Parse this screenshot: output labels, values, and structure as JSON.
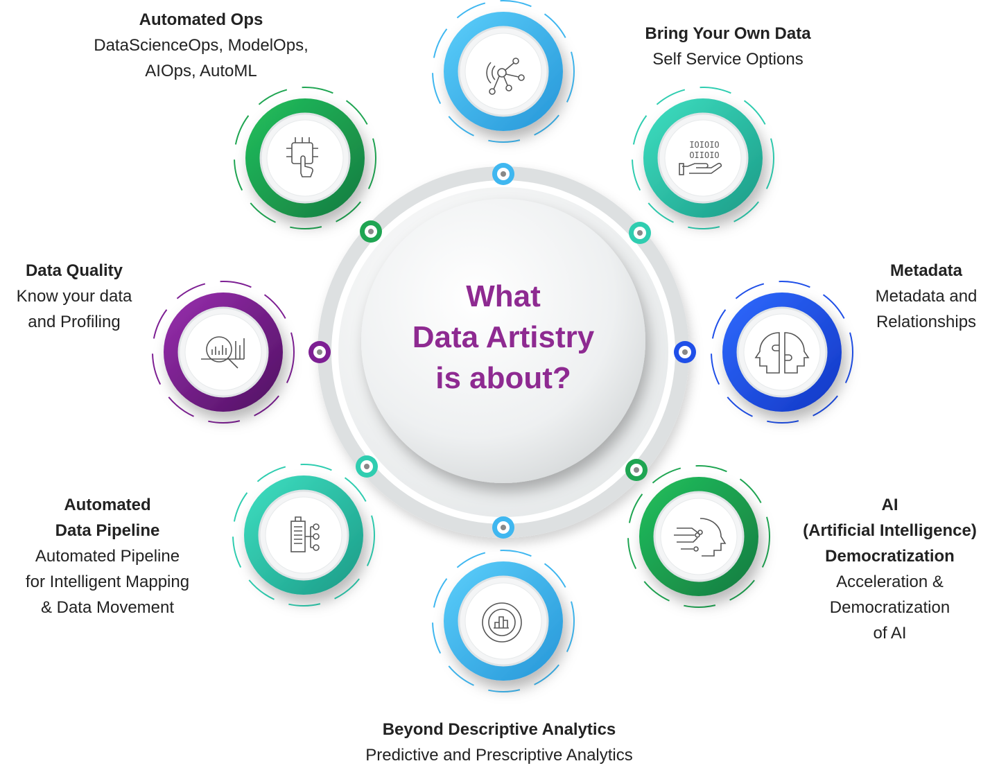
{
  "center": {
    "line1": "What",
    "line2": "Data Artistry",
    "line3": "is about?"
  },
  "colors": {
    "title": "#8e2a91",
    "sky_blue": "#3fb7f0",
    "green": "#1fa552",
    "teal": "#2fcdb0",
    "purple": "#7d1f93",
    "blue": "#1f4fe8"
  },
  "nodes": [
    {
      "id": "automated-ops",
      "color": "green",
      "icon": "hand-circuit-icon",
      "title": "Automated Ops",
      "desc1": "DataScienceOps, ModelOps,",
      "desc2": "AIOps, AutoML"
    },
    {
      "id": "network",
      "color": "sky_blue",
      "icon": "network-signal-icon"
    },
    {
      "id": "bring-your-own-data",
      "color": "teal",
      "icon": "binary-hand-icon",
      "title": "Bring Your Own Data",
      "desc1": "Self Service Options"
    },
    {
      "id": "data-quality",
      "color": "purple",
      "icon": "magnifier-chart-icon",
      "title": "Data Quality",
      "desc1": "Know your data",
      "desc2": "and Profiling"
    },
    {
      "id": "metadata",
      "color": "blue",
      "icon": "puzzle-heads-icon",
      "title": "Metadata",
      "desc1": "Metadata and",
      "desc2": "Relationships"
    },
    {
      "id": "automated-data-pipeline",
      "color": "teal",
      "icon": "pipeline-icon",
      "title1": "Automated",
      "title2": "Data Pipeline",
      "desc1": "Automated Pipeline",
      "desc2": "for Intelligent Mapping",
      "desc3": "& Data Movement"
    },
    {
      "id": "ai-democratization",
      "color": "green",
      "icon": "ai-head-icon",
      "title1": "AI",
      "title2": "(Artificial Intelligence)",
      "title3": "Democratization",
      "desc1": "Acceleration &",
      "desc2": "Democratization",
      "desc3": "of AI"
    },
    {
      "id": "beyond-descriptive-analytics",
      "color": "sky_blue",
      "icon": "analytics-chart-icon",
      "title": "Beyond Descriptive Analytics",
      "desc1": "Predictive and Prescriptive Analytics"
    }
  ]
}
